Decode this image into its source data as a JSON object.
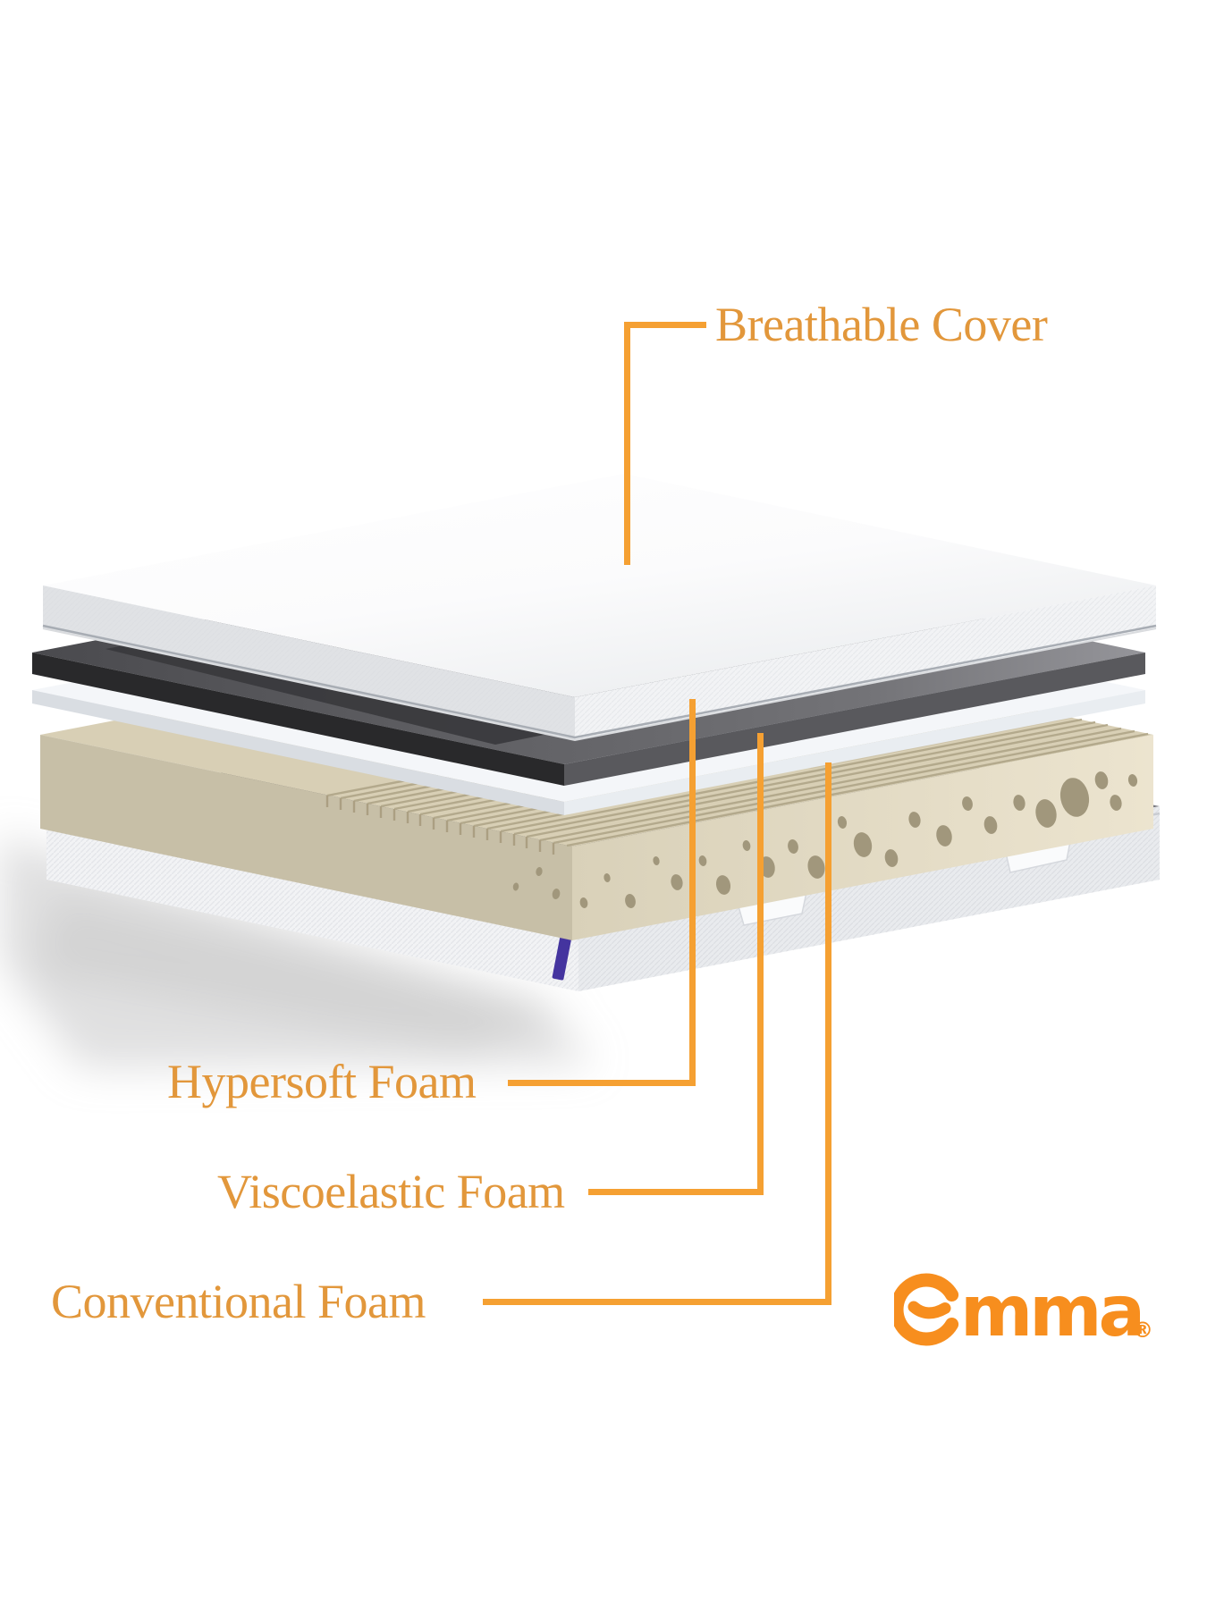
{
  "page": {
    "background": "#ffffff",
    "description": "Exploded layer diagram of an Emma mattress with orange callout labels"
  },
  "colors": {
    "accent_line": "#F5A032",
    "label_text": "#E2973B",
    "logo_orange": "#F78E1E",
    "tag_purple": "#44349F"
  },
  "labels": {
    "breathable_cover": "Breathable Cover",
    "hypersoft_foam": "Hypersoft Foam",
    "viscoelastic_foam": "Viscoelastic Foam",
    "conventional_foam": "Conventional Foam"
  },
  "logo": {
    "brand": "emma",
    "wordmark_rest": "mma",
    "registered_mark": "®"
  },
  "diagram": {
    "layer_colors": {
      "breathable_cover_top": "#fbfcfd",
      "hypersoft_foam_dark_gray": "#4a4a4d",
      "viscoelastic_sheet_white": "#f2f4f7",
      "conventional_foam_beige": "#d8cfb5",
      "base_cover_white": "#f2f3f5",
      "base_top_shadow_gray": "#5a5a5f"
    }
  }
}
